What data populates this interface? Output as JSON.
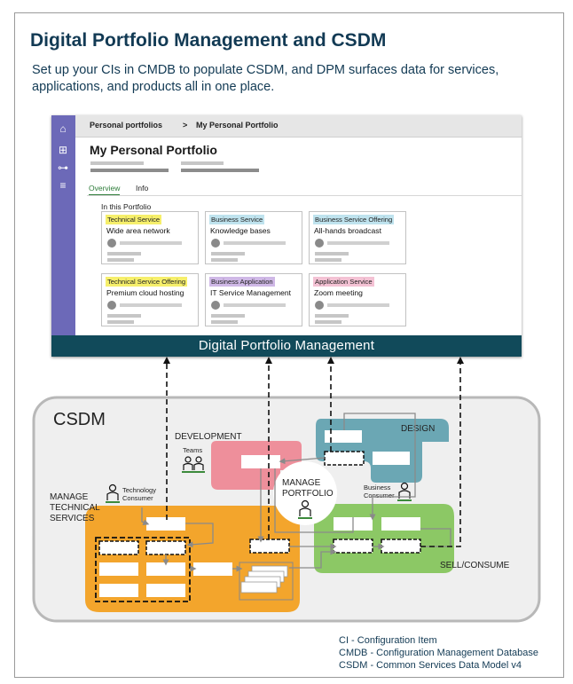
{
  "header": {
    "title": "Digital Portfolio Management and CSDM",
    "subtitle": "Set up your CIs in CMDB to populate CSDM, and DPM surfaces data for services, applications, and products all in one place."
  },
  "portfolio": {
    "breadcrumb": {
      "first": "Personal portfolios",
      "separator": ">",
      "current": "My Personal Portfolio"
    },
    "page_title": "My Personal Portfolio",
    "tabs": [
      {
        "label": "Overview"
      },
      {
        "label": "Info"
      }
    ],
    "section_label": "In this Portfolio",
    "cards": [
      {
        "tag": "Technical Service",
        "tag_color": "#f6ef6b",
        "name": "Wide area network"
      },
      {
        "tag": "Business Service",
        "tag_color": "#bfe3ee",
        "name": "Knowledge bases"
      },
      {
        "tag": "Business Service Offering",
        "tag_color": "#bfe3ee",
        "name": "All-hands broadcast"
      },
      {
        "tag": "Technical Service Offering",
        "tag_color": "#f6ef6b",
        "name": "Premium cloud hosting"
      },
      {
        "tag": "Business Application",
        "tag_color": "#cfb8e6",
        "name": "IT Service Management"
      },
      {
        "tag": "Application Service",
        "tag_color": "#f4c2d4",
        "name": "Zoom meeting"
      }
    ],
    "bar_label": "Digital Portfolio Management"
  },
  "csdm": {
    "title": "CSDM",
    "design": "DESIGN",
    "development": "DEVELOPMENT",
    "teams": "Teams",
    "manage_technical": [
      "MANAGE",
      "TECHNICAL",
      "SERVICES"
    ],
    "technology_consumer": [
      "Technology",
      "Consumer"
    ],
    "manage_portfolio": [
      "MANAGE",
      "PORTFOLIO"
    ],
    "business_consumer": [
      "Business",
      "Consumer"
    ],
    "sell_consume": "SELL/CONSUME",
    "colors": {
      "design": "#6ba7b4",
      "development": "#ee8f9b",
      "manage": "#f3a52c",
      "sell": "#8cc865",
      "background": "#f0f0f0"
    }
  },
  "legend": [
    "CI - Configuration Item",
    "CMDB - Configuration Management Database",
    "CSDM - Common Services Data Model v4"
  ]
}
